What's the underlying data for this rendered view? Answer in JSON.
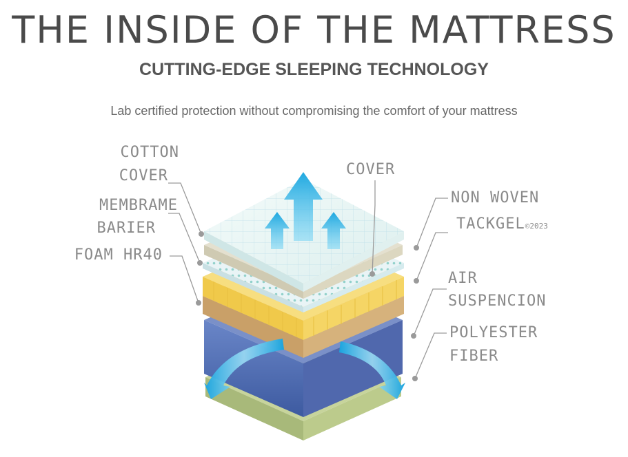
{
  "header": {
    "title": "THE INSIDE OF THE MATTRESS",
    "subtitle": "CUTTING-EDGE SLEEPING TECHNOLOGY",
    "tagline": "Lab certified protection without compromising the comfort of your mattress"
  },
  "labels": {
    "cotton_cover_1": "COTTON",
    "cotton_cover_2": "COVER",
    "membrame_1": "MEMBRAME",
    "membrame_2": "BARIER",
    "foam": "FOAM HR40",
    "cover": "COVER",
    "non_woven": "NON WOVEN",
    "tackgel": "TACKGEL",
    "copyright": "©2023",
    "air_1": "AIR",
    "air_2": "SUSPENCION",
    "poly_1": "POLYESTER",
    "poly_2": "FIBER"
  },
  "colors": {
    "label_text": "#8a8a8a",
    "leader_line": "#9a9a9a",
    "arrow_blue": "#29b6e8",
    "top_layer": "#e8f6f4",
    "membrane": "#d9d5c2",
    "mesh": "#cde8f0",
    "foam": "#f4d66a",
    "tackgel": "#d9b27c",
    "air_core": "#5a74b8",
    "fiber": "#b9c88c"
  },
  "icons": [
    "up-arrow-icon",
    "curved-arrow-icon"
  ]
}
